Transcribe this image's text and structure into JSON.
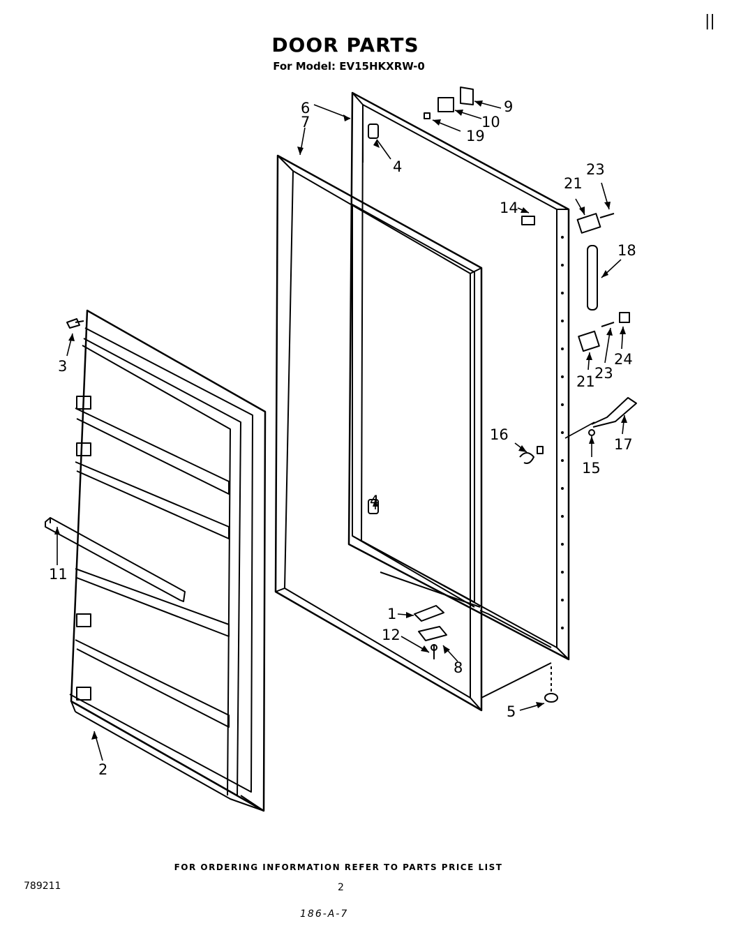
{
  "header": {
    "title": "DOOR PARTS",
    "subtitle": "For Model: EV15HKXRW-0"
  },
  "footer": {
    "ordering_note": "FOR ORDERING INFORMATION REFER TO PARTS PRICE LIST",
    "document_number": "789211",
    "page_number": "2",
    "handwritten_note": "186-A-7",
    "corner_mark": "||"
  },
  "callouts": {
    "c1": "1",
    "c2": "2",
    "c3": "3",
    "c4a": "4",
    "c4b": "4",
    "c5": "5",
    "c6": "6",
    "c7": "7",
    "c8": "8",
    "c9": "9",
    "c10": "10",
    "c11": "11",
    "c12": "12",
    "c14": "14",
    "c15": "15",
    "c16": "16",
    "c17": "17",
    "c18": "18",
    "c19": "19",
    "c21a": "21",
    "c21b": "21",
    "c23a": "23",
    "c23b": "23",
    "c24": "24"
  }
}
